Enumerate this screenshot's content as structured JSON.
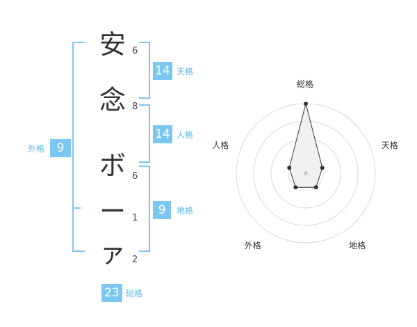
{
  "name": {
    "chars": [
      {
        "char": "安",
        "strokes": "6"
      },
      {
        "char": "念",
        "strokes": "8"
      },
      {
        "char": "ボ",
        "strokes": "6"
      },
      {
        "char": "ー",
        "strokes": "1"
      },
      {
        "char": "ァ",
        "strokes": "2"
      }
    ]
  },
  "fortunes": {
    "tenkaku": {
      "label": "天格",
      "value": "14"
    },
    "jinkaku": {
      "label": "人格",
      "value": "14"
    },
    "chikaku": {
      "label": "地格",
      "value": "9"
    },
    "gaikaku": {
      "label": "外格",
      "value": "9"
    },
    "soukaku": {
      "label": "総格",
      "value": "23"
    }
  },
  "radar": {
    "axes": [
      "総格",
      "天格",
      "地格",
      "外格",
      "人格"
    ],
    "levels": 4,
    "max": 4,
    "values": [
      4,
      1,
      1,
      1,
      1
    ],
    "colors": {
      "ring": "#d8d8d8",
      "fill": "#eeeeee",
      "stroke": "#333333",
      "center": "#cccccc"
    }
  },
  "colors": {
    "accent": "#7cc7f2"
  }
}
